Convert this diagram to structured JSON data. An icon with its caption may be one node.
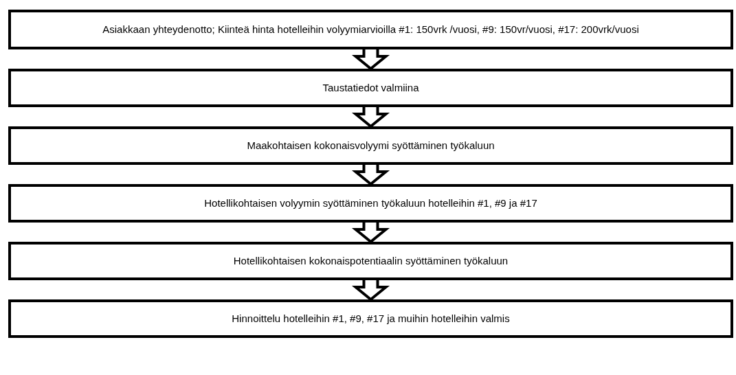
{
  "diagram": {
    "nodes": [
      {
        "text": [
          "Asiakkaan yhteydenotto; Kiinteä hinta hotelleihin volyymiarvioilla #1: 150vrk /vuosi, #9: 150vr/vuosi, #17: 200vrk/vuosi"
        ]
      },
      {
        "text": [
          "Taustatiedot valmiina"
        ]
      },
      {
        "text": [
          "Maakohtaisen kokonaisvolyymi syöttäminen työkaluun"
        ]
      },
      {
        "text": [
          "Hotellikohtaisen volyymin syöttäminen työkaluun hotelleihin #1, #9 ja #17"
        ]
      },
      {
        "text": [
          "Hotellikohtaisen kokonaispotentiaalin syöttäminen työkaluun"
        ]
      },
      {
        "text": [
          "Hinnoittelu hotelleihin #1, #9, #17 ja muihin hotelleihin valmis"
        ]
      }
    ],
    "edges": [
      {
        "from": 0,
        "to": 1,
        "arrow": "to"
      },
      {
        "from": 1,
        "to": 2,
        "arrow": "to"
      },
      {
        "from": 2,
        "to": 3,
        "arrow": "to"
      },
      {
        "from": 3,
        "to": 4,
        "arrow": "to"
      },
      {
        "from": 4,
        "to": 5,
        "arrow": "to"
      }
    ]
  }
}
